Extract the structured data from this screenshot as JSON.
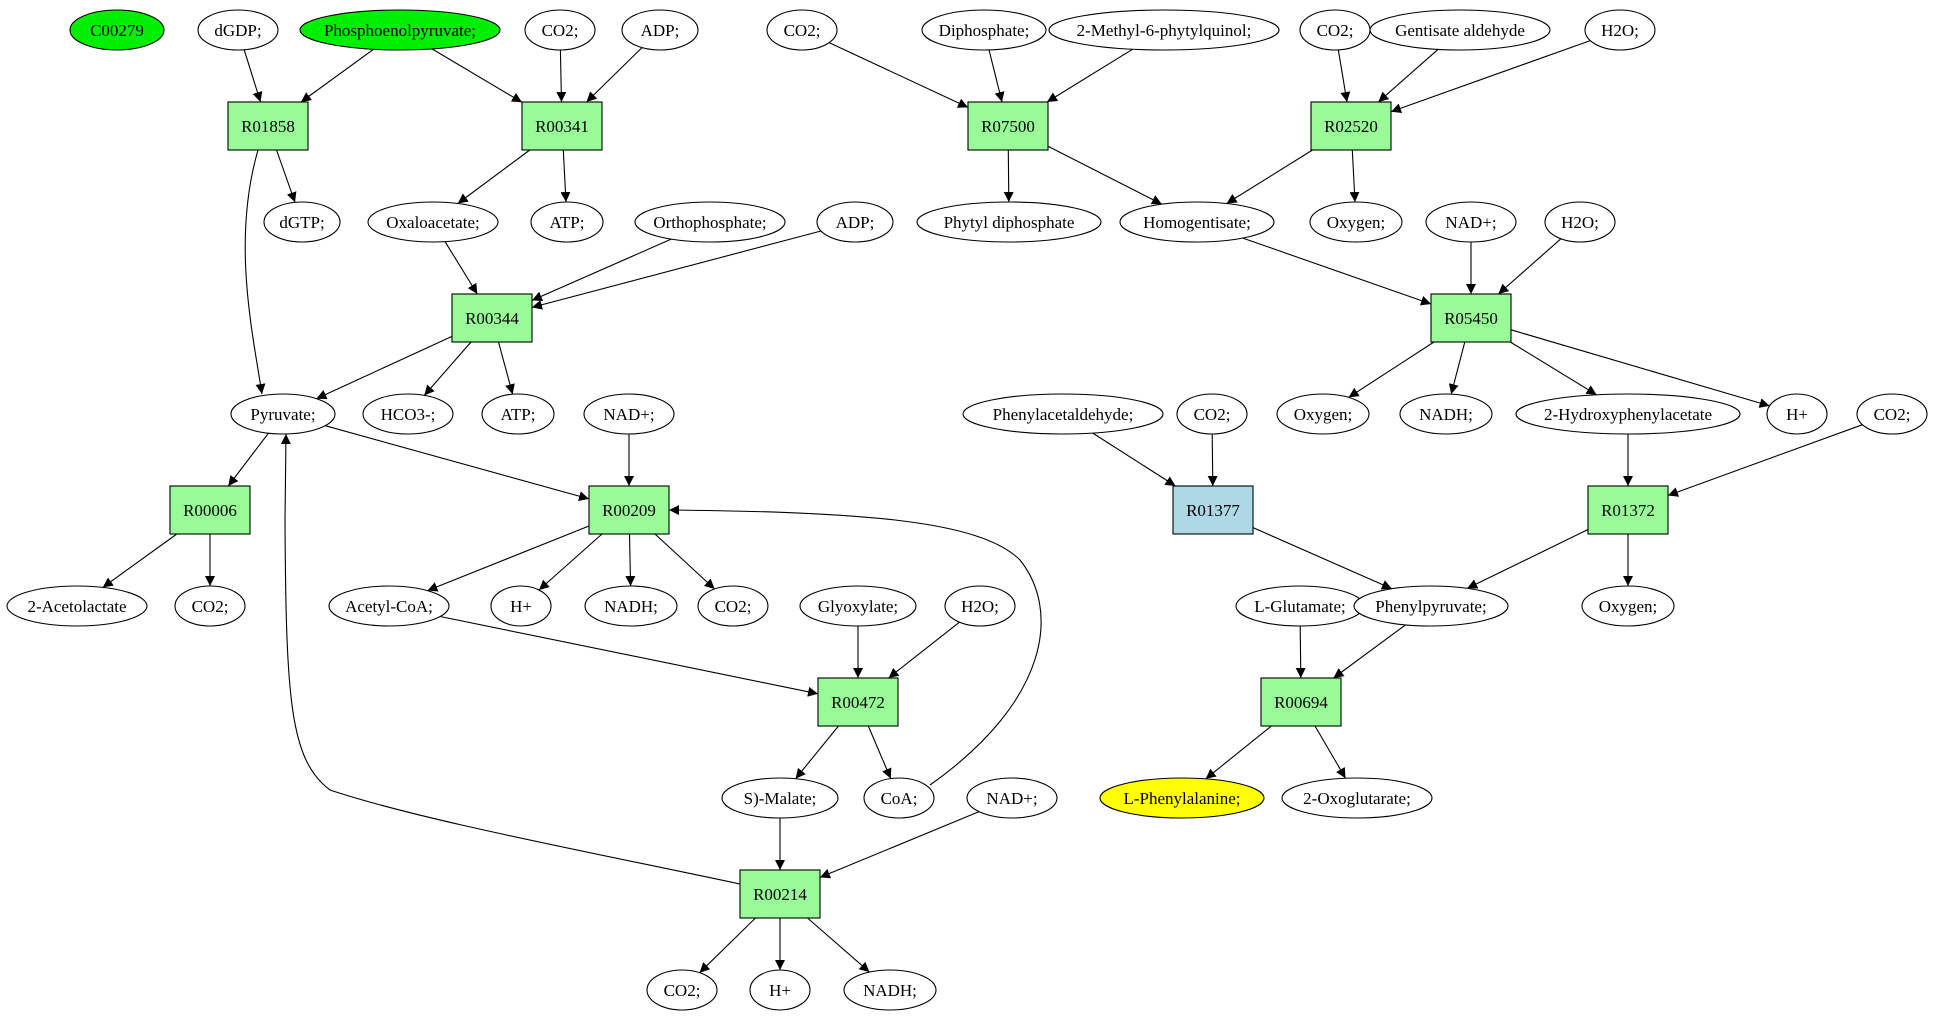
{
  "colors": {
    "background": "#ffffff",
    "line": "#000000",
    "compound_default": "#ffffff",
    "compound_source": "#00ee00",
    "compound_target": "#ffff00",
    "reaction_default": "#98fb98",
    "reaction_highlight": "#add8e6"
  },
  "nodes": {
    "c00279": {
      "label": "C00279",
      "kind": "compound",
      "fill": "#00ee00"
    },
    "dgdp": {
      "label": "dGDP;",
      "kind": "compound",
      "fill": "#ffffff"
    },
    "pep": {
      "label": "Phosphoenolpyruvate;",
      "kind": "compound",
      "fill": "#00ee00"
    },
    "co2_a": {
      "label": "CO2;",
      "kind": "compound",
      "fill": "#ffffff"
    },
    "adp_a": {
      "label": "ADP;",
      "kind": "compound",
      "fill": "#ffffff"
    },
    "r01858": {
      "label": "R01858",
      "kind": "reaction",
      "fill": "#98fb98"
    },
    "r00341": {
      "label": "R00341",
      "kind": "reaction",
      "fill": "#98fb98"
    },
    "dgtp": {
      "label": "dGTP;",
      "kind": "compound",
      "fill": "#ffffff"
    },
    "oxaloacetate": {
      "label": "Oxaloacetate;",
      "kind": "compound",
      "fill": "#ffffff"
    },
    "atp_a": {
      "label": "ATP;",
      "kind": "compound",
      "fill": "#ffffff"
    },
    "orthophosphate": {
      "label": "Orthophosphate;",
      "kind": "compound",
      "fill": "#ffffff"
    },
    "adp_b": {
      "label": "ADP;",
      "kind": "compound",
      "fill": "#ffffff"
    },
    "r00344": {
      "label": "R00344",
      "kind": "reaction",
      "fill": "#98fb98"
    },
    "pyruvate": {
      "label": "Pyruvate;",
      "kind": "compound",
      "fill": "#ffffff"
    },
    "hco3": {
      "label": "HCO3-;",
      "kind": "compound",
      "fill": "#ffffff"
    },
    "atp_b": {
      "label": "ATP;",
      "kind": "compound",
      "fill": "#ffffff"
    },
    "nad_a": {
      "label": "NAD+;",
      "kind": "compound",
      "fill": "#ffffff"
    },
    "r00006": {
      "label": "R00006",
      "kind": "reaction",
      "fill": "#98fb98"
    },
    "r00209": {
      "label": "R00209",
      "kind": "reaction",
      "fill": "#98fb98"
    },
    "acetolactate": {
      "label": "2-Acetolactate",
      "kind": "compound",
      "fill": "#ffffff"
    },
    "co2_b": {
      "label": "CO2;",
      "kind": "compound",
      "fill": "#ffffff"
    },
    "acetylcoa": {
      "label": "Acetyl-CoA;",
      "kind": "compound",
      "fill": "#ffffff"
    },
    "h_a": {
      "label": "H+",
      "kind": "compound",
      "fill": "#ffffff"
    },
    "nadh_a": {
      "label": "NADH;",
      "kind": "compound",
      "fill": "#ffffff"
    },
    "co2_c": {
      "label": "CO2;",
      "kind": "compound",
      "fill": "#ffffff"
    },
    "glyoxylate": {
      "label": "Glyoxylate;",
      "kind": "compound",
      "fill": "#ffffff"
    },
    "h2o_a": {
      "label": "H2O;",
      "kind": "compound",
      "fill": "#ffffff"
    },
    "r00472": {
      "label": "R00472",
      "kind": "reaction",
      "fill": "#98fb98"
    },
    "smalate": {
      "label": "S)-Malate;",
      "kind": "compound",
      "fill": "#ffffff"
    },
    "coa": {
      "label": "CoA;",
      "kind": "compound",
      "fill": "#ffffff"
    },
    "nad_b": {
      "label": "NAD+;",
      "kind": "compound",
      "fill": "#ffffff"
    },
    "r00214": {
      "label": "R00214",
      "kind": "reaction",
      "fill": "#98fb98"
    },
    "co2_d": {
      "label": "CO2;",
      "kind": "compound",
      "fill": "#ffffff"
    },
    "h_b": {
      "label": "H+",
      "kind": "compound",
      "fill": "#ffffff"
    },
    "nadh_b": {
      "label": "NADH;",
      "kind": "compound",
      "fill": "#ffffff"
    },
    "co2_e": {
      "label": "CO2;",
      "kind": "compound",
      "fill": "#ffffff"
    },
    "diphosphate": {
      "label": "Diphosphate;",
      "kind": "compound",
      "fill": "#ffffff"
    },
    "methylphytyl": {
      "label": "2-Methyl-6-phytylquinol;",
      "kind": "compound",
      "fill": "#ffffff"
    },
    "co2_f": {
      "label": "CO2;",
      "kind": "compound",
      "fill": "#ffffff"
    },
    "gentisate": {
      "label": "Gentisate aldehyde",
      "kind": "compound",
      "fill": "#ffffff"
    },
    "h2o_b": {
      "label": "H2O;",
      "kind": "compound",
      "fill": "#ffffff"
    },
    "r07500": {
      "label": "R07500",
      "kind": "reaction",
      "fill": "#98fb98"
    },
    "r02520": {
      "label": "R02520",
      "kind": "reaction",
      "fill": "#98fb98"
    },
    "phytyl": {
      "label": "Phytyl diphosphate",
      "kind": "compound",
      "fill": "#ffffff"
    },
    "homogentisate": {
      "label": "Homogentisate;",
      "kind": "compound",
      "fill": "#ffffff"
    },
    "oxygen_a": {
      "label": "Oxygen;",
      "kind": "compound",
      "fill": "#ffffff"
    },
    "nad_c": {
      "label": "NAD+;",
      "kind": "compound",
      "fill": "#ffffff"
    },
    "h2o_c": {
      "label": "H2O;",
      "kind": "compound",
      "fill": "#ffffff"
    },
    "r05450": {
      "label": "R05450",
      "kind": "reaction",
      "fill": "#98fb98"
    },
    "phenylacetaldehyde": {
      "label": "Phenylacetaldehyde;",
      "kind": "compound",
      "fill": "#ffffff"
    },
    "co2_g": {
      "label": "CO2;",
      "kind": "compound",
      "fill": "#ffffff"
    },
    "oxygen_b": {
      "label": "Oxygen;",
      "kind": "compound",
      "fill": "#ffffff"
    },
    "nadh_c": {
      "label": "NADH;",
      "kind": "compound",
      "fill": "#ffffff"
    },
    "hydroxyphenylacetate": {
      "label": "2-Hydroxyphenylacetate",
      "kind": "compound",
      "fill": "#ffffff"
    },
    "h_c": {
      "label": "H+",
      "kind": "compound",
      "fill": "#ffffff"
    },
    "co2_h": {
      "label": "CO2;",
      "kind": "compound",
      "fill": "#ffffff"
    },
    "r01377": {
      "label": "R01377",
      "kind": "reaction",
      "fill": "#add8e6"
    },
    "r01372": {
      "label": "R01372",
      "kind": "reaction",
      "fill": "#98fb98"
    },
    "lglutamate": {
      "label": "L-Glutamate;",
      "kind": "compound",
      "fill": "#ffffff"
    },
    "phenylpyruvate": {
      "label": "Phenylpyruvate;",
      "kind": "compound",
      "fill": "#ffffff"
    },
    "oxygen_c": {
      "label": "Oxygen;",
      "kind": "compound",
      "fill": "#ffffff"
    },
    "r00694": {
      "label": "R00694",
      "kind": "reaction",
      "fill": "#98fb98"
    },
    "lphenylalanine": {
      "label": "L-Phenylalanine;",
      "kind": "compound",
      "fill": "#ffff00"
    },
    "oxoglutarate": {
      "label": "2-Oxoglutarate;",
      "kind": "compound",
      "fill": "#ffffff"
    }
  },
  "edges": [
    [
      "dgdp",
      "r01858"
    ],
    [
      "pep",
      "r01858"
    ],
    [
      "r01858",
      "dgtp"
    ],
    [
      "r01858",
      "pyruvate"
    ],
    [
      "pep",
      "r00341"
    ],
    [
      "co2_a",
      "r00341"
    ],
    [
      "adp_a",
      "r00341"
    ],
    [
      "r00341",
      "oxaloacetate"
    ],
    [
      "r00341",
      "atp_a"
    ],
    [
      "oxaloacetate",
      "r00344"
    ],
    [
      "orthophosphate",
      "r00344"
    ],
    [
      "adp_b",
      "r00344"
    ],
    [
      "r00344",
      "pyruvate"
    ],
    [
      "r00344",
      "hco3"
    ],
    [
      "r00344",
      "atp_b"
    ],
    [
      "pyruvate",
      "r00006"
    ],
    [
      "r00006",
      "acetolactate"
    ],
    [
      "r00006",
      "co2_b"
    ],
    [
      "pyruvate",
      "r00209"
    ],
    [
      "nad_a",
      "r00209"
    ],
    [
      "coa",
      "r00209"
    ],
    [
      "r00209",
      "acetylcoa"
    ],
    [
      "r00209",
      "h_a"
    ],
    [
      "r00209",
      "nadh_a"
    ],
    [
      "r00209",
      "co2_c"
    ],
    [
      "acetylcoa",
      "r00472"
    ],
    [
      "glyoxylate",
      "r00472"
    ],
    [
      "h2o_a",
      "r00472"
    ],
    [
      "r00472",
      "smalate"
    ],
    [
      "r00472",
      "coa"
    ],
    [
      "smalate",
      "r00214"
    ],
    [
      "nad_b",
      "r00214"
    ],
    [
      "r00214",
      "pyruvate"
    ],
    [
      "r00214",
      "co2_d"
    ],
    [
      "r00214",
      "h_b"
    ],
    [
      "r00214",
      "nadh_b"
    ],
    [
      "co2_e",
      "r07500"
    ],
    [
      "diphosphate",
      "r07500"
    ],
    [
      "methylphytyl",
      "r07500"
    ],
    [
      "r07500",
      "phytyl"
    ],
    [
      "r07500",
      "homogentisate"
    ],
    [
      "co2_f",
      "r02520"
    ],
    [
      "gentisate",
      "r02520"
    ],
    [
      "h2o_b",
      "r02520"
    ],
    [
      "r02520",
      "homogentisate"
    ],
    [
      "r02520",
      "oxygen_a"
    ],
    [
      "homogentisate",
      "r05450"
    ],
    [
      "nad_c",
      "r05450"
    ],
    [
      "h2o_c",
      "r05450"
    ],
    [
      "r05450",
      "oxygen_b"
    ],
    [
      "r05450",
      "nadh_c"
    ],
    [
      "r05450",
      "hydroxyphenylacetate"
    ],
    [
      "r05450",
      "h_c"
    ],
    [
      "phenylacetaldehyde",
      "r01377"
    ],
    [
      "co2_g",
      "r01377"
    ],
    [
      "r01377",
      "phenylpyruvate"
    ],
    [
      "hydroxyphenylacetate",
      "r01372"
    ],
    [
      "co2_h",
      "r01372"
    ],
    [
      "r01372",
      "phenylpyruvate"
    ],
    [
      "r01372",
      "oxygen_c"
    ],
    [
      "lglutamate",
      "r00694"
    ],
    [
      "phenylpyruvate",
      "r00694"
    ],
    [
      "r00694",
      "lphenylalanine"
    ],
    [
      "r00694",
      "oxoglutarate"
    ]
  ]
}
